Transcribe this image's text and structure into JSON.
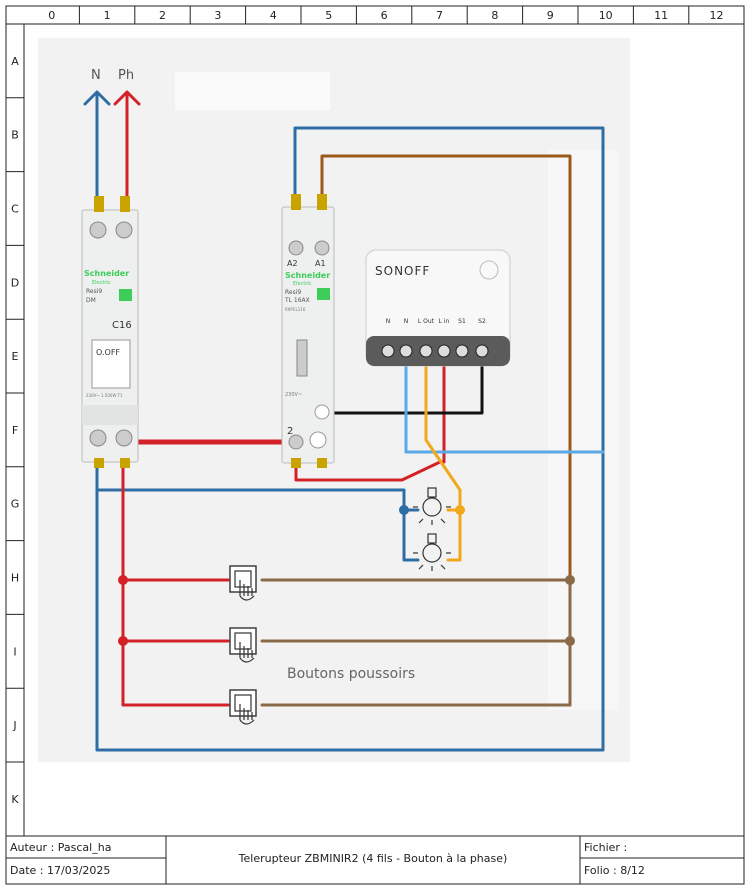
{
  "columns": [
    "0",
    "1",
    "2",
    "3",
    "4",
    "5",
    "6",
    "7",
    "8",
    "9",
    "10",
    "11",
    "12"
  ],
  "rows": [
    "A",
    "B",
    "C",
    "D",
    "E",
    "F",
    "G",
    "H",
    "I",
    "J",
    "K"
  ],
  "feed": {
    "neutral": "N",
    "phase": "Ph"
  },
  "breaker": {
    "brand": "Schneider",
    "brand_sub": "Electric",
    "range": "Resi9",
    "model": "DM",
    "rating": "C16",
    "off_label": "O.OFF",
    "spec": "230V~  1.500W T1"
  },
  "relay": {
    "brand": "Schneider",
    "brand_sub": "Electric",
    "range": "Resi9",
    "model": "TL 16AX",
    "ref": "R9PCL116",
    "terminal_a2": "A2",
    "terminal_a1": "A1",
    "voltage": "230V~",
    "terminal_2": "2"
  },
  "sonoff": {
    "brand": "SONOFF",
    "terminals": [
      "N",
      "N",
      "L Out",
      "L in",
      "S1",
      "S2"
    ]
  },
  "label_buttons": "Boutons poussoirs",
  "colors": {
    "neutral": "#2e6da4",
    "phase": "#d42128",
    "return": "#9c5a1a",
    "pushbutton": "#8b6a4a",
    "lamp_feed": "#f2a81d",
    "black": "#111111",
    "light_blue": "#5aa9e6"
  },
  "titleblock": {
    "author": "Auteur : Pascal_ha",
    "date": "Date : 17/03/2025",
    "title": "Telerupteur ZBMINIR2 (4 fils - Bouton à la phase)",
    "file": "Fichier :",
    "folio": "Folio : 8/12"
  }
}
